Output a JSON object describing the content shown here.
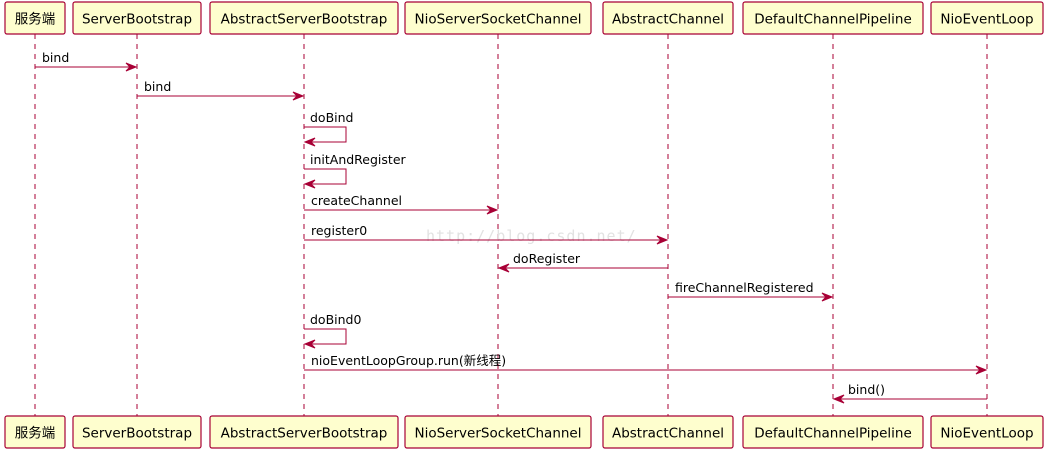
{
  "diagram": {
    "type": "sequence",
    "participants": [
      "服务端",
      "ServerBootstrap",
      "AbstractServerBootstrap",
      "NioServerSocketChannel",
      "AbstractChannel",
      "DefaultChannelPipeline",
      "NioEventLoop"
    ],
    "messages": [
      {
        "from": 0,
        "to": 1,
        "label": "bind"
      },
      {
        "from": 1,
        "to": 2,
        "label": "bind"
      },
      {
        "from": 2,
        "to": 2,
        "label": "doBind"
      },
      {
        "from": 2,
        "to": 2,
        "label": "initAndRegister"
      },
      {
        "from": 2,
        "to": 3,
        "label": "createChannel"
      },
      {
        "from": 2,
        "to": 4,
        "label": "register0"
      },
      {
        "from": 4,
        "to": 3,
        "label": "doRegister"
      },
      {
        "from": 4,
        "to": 5,
        "label": "fireChannelRegistered"
      },
      {
        "from": 2,
        "to": 2,
        "label": "doBind0"
      },
      {
        "from": 2,
        "to": 6,
        "label": "nioEventLoopGroup.run(新线程)"
      },
      {
        "from": 6,
        "to": 5,
        "label": "bind()"
      }
    ],
    "watermark": "http://blog.csdn.net/",
    "colors": {
      "box_fill": "#FEFECE",
      "line": "#A80036"
    }
  }
}
